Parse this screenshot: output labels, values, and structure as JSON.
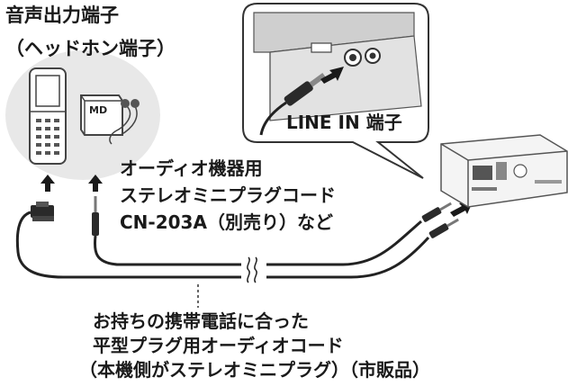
{
  "labels": {
    "audio_out_title": "音声出力端子",
    "audio_out_sub": "（ヘッドホン端子）",
    "line_in": "LINE IN 端子",
    "cable_option_line1": "オーディオ機器用",
    "cable_option_line2": "ステレオミニプラグコード",
    "cable_option_line3": "CN-203A（別売り）など",
    "phone_cable_line1": "お持ちの携帯電話に合った",
    "phone_cable_line2": "平型プラグ用オーディオコード",
    "phone_cable_line3": "（本機側がステレオミニプラグ）（市販品）"
  },
  "md_player_text": "MD",
  "colors": {
    "ink": "#1a1a1a",
    "device_fill": "#e6e6e6",
    "cable": "#222222",
    "panel_gray": "#c8c8c8"
  }
}
